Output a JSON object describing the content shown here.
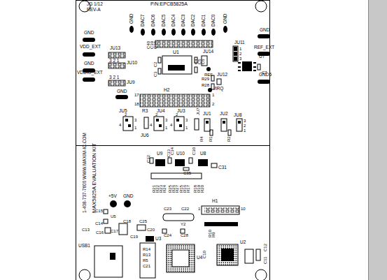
{
  "diagram": {
    "labels": [
      "JG 1/12",
      "REV-A",
      "P/N:EPCB5825A",
      "GND",
      "DAC7",
      "DAC6",
      "DAC5",
      "DAC4",
      "DAC3",
      "DAC2",
      "DAC1",
      "DAC0",
      "GND",
      "C40",
      "C39",
      "C38",
      "GND",
      "VDD_EXT",
      "JU13",
      "3 2 1",
      "JU10",
      "GND",
      "VDDIO_EXT",
      "3 2 1",
      "JU9",
      "U1",
      "C2",
      "C3",
      "C4",
      "C5",
      "C6",
      "JU14",
      "REF",
      "JU11",
      "1",
      "2",
      "3",
      "U7",
      "REF_EXT",
      "GND",
      "C7",
      "GND5",
      "R29",
      "R28",
      "JU12",
      "/IRQ",
      "GND",
      "H2",
      "17",
      "18",
      "1",
      "2",
      "JU5",
      "R3",
      "JU4",
      "JU3",
      "JU1",
      "JU2",
      "JU8",
      "2",
      "3",
      "4",
      "1",
      "2",
      "3",
      "4",
      "1",
      "2",
      "3",
      "4",
      "1",
      "JU6",
      "JU7",
      "3",
      "2",
      "1",
      "R1",
      "R2",
      "R4",
      "1-408-737-7600  WWW.MAXIM-IC.COM",
      "MAX5825A EVALUATION KIT",
      "U9",
      "U10",
      "U8",
      "C32",
      "C33",
      "C34",
      "C30",
      "C31",
      "C35",
      "R21",
      "R22",
      "R23",
      "R24",
      "R25",
      "R26",
      "R27",
      "R15",
      "R16",
      "R17",
      "R18",
      "R19",
      "R20",
      "+5V",
      "GND",
      "C15",
      "U5",
      "C14",
      "C13",
      "C16",
      "C17",
      "C18",
      "C25",
      "C19",
      "C20",
      "C23",
      "C22",
      "Y2",
      "H1",
      "1",
      "10",
      "R10",
      "R9",
      "C24",
      "C28",
      "U3",
      "C10",
      "U2",
      "C11",
      "C12",
      "USB1",
      "R14",
      "R13",
      "R5",
      "C21",
      "U4"
    ]
  }
}
